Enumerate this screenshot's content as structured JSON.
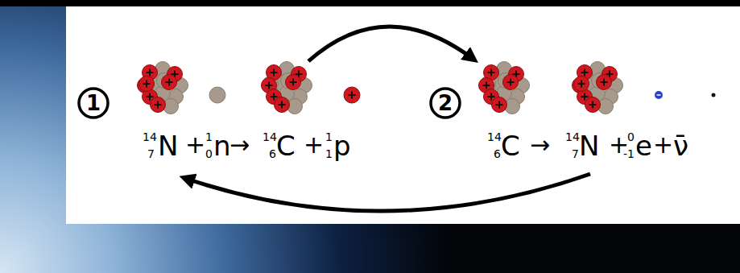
{
  "diagram": {
    "labels": [
      "1",
      "14",
      "7",
      "N",
      "+",
      "1",
      "0",
      "n",
      "→",
      "14",
      "6",
      "C",
      "+",
      "1",
      "1",
      "p",
      "2",
      "14",
      "6",
      "C",
      "→",
      "14",
      "7",
      "N",
      "+",
      "0",
      "-1",
      "e",
      "+",
      "ν̄"
    ]
  }
}
